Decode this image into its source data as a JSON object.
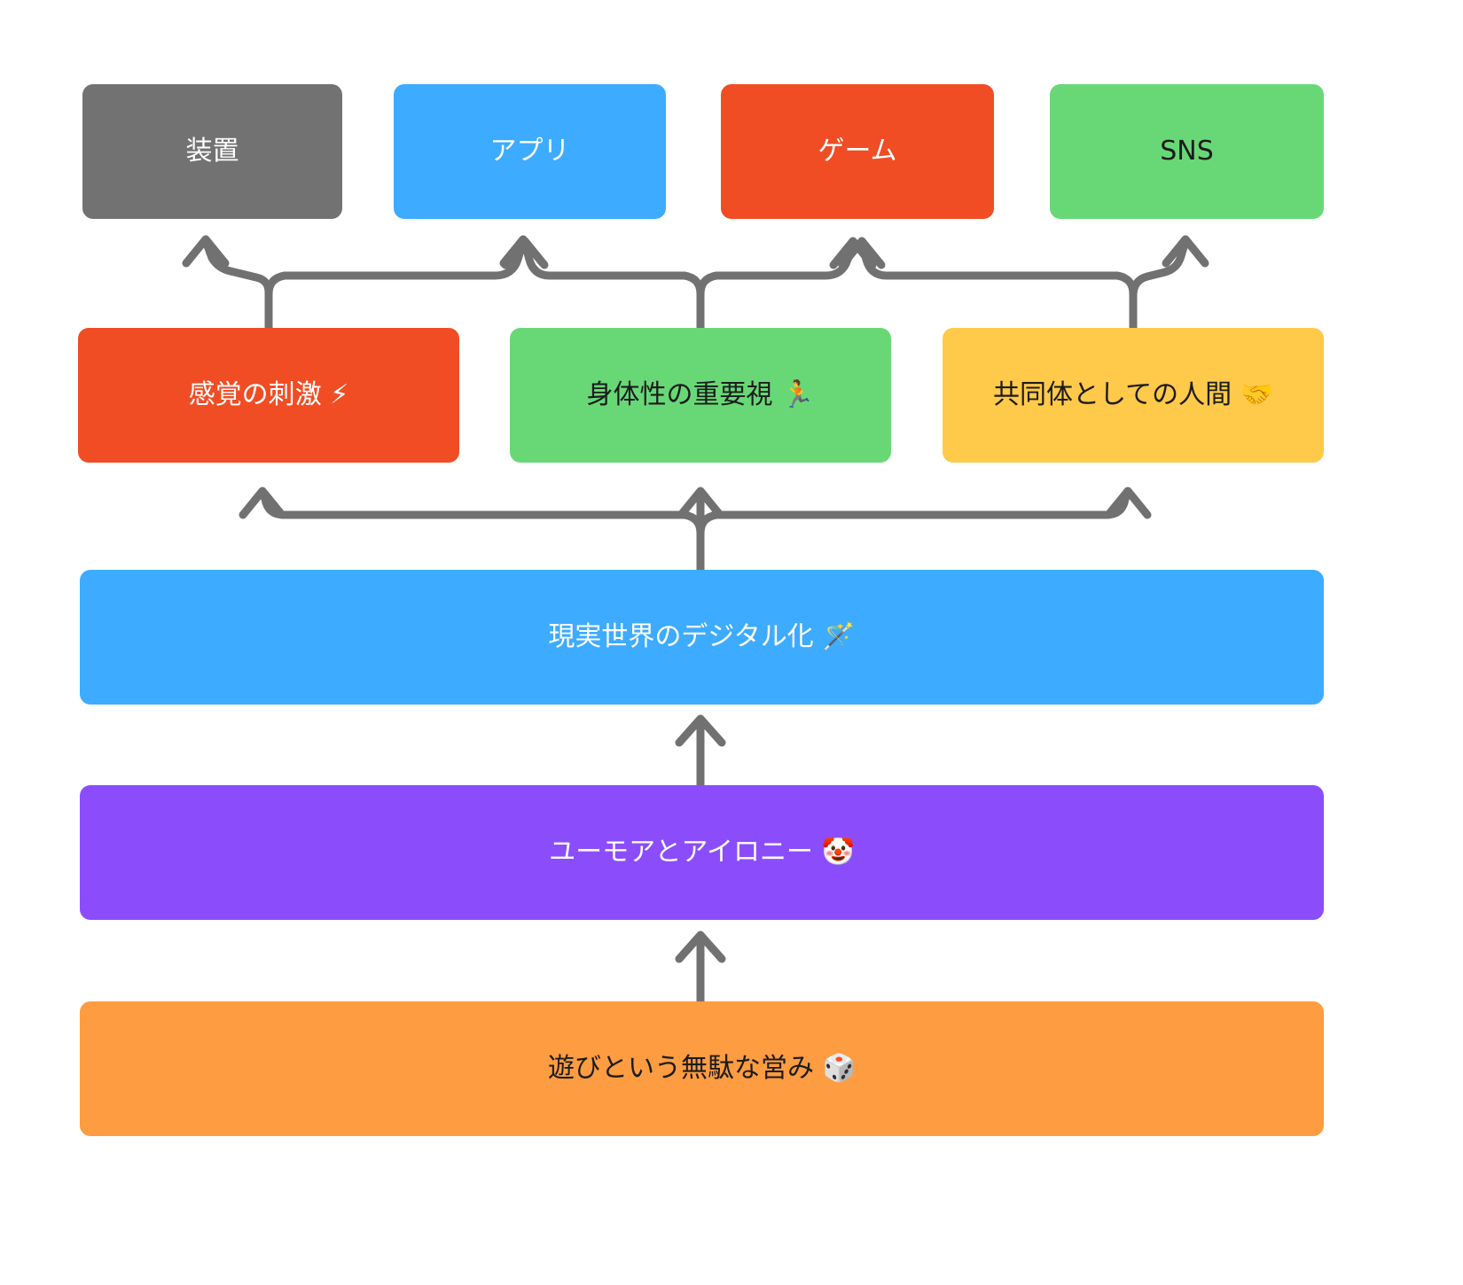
{
  "diagram": {
    "title": "",
    "direction": "bottom-up-flowchart",
    "background": "#ffffff",
    "edge_color": "#717171",
    "nodes": [
      {
        "id": "device",
        "label": "装置",
        "row": 1,
        "fill": "#727272",
        "text_color": "#ffffff"
      },
      {
        "id": "app",
        "label": "アプリ",
        "row": 1,
        "fill": "#3dabff",
        "text_color": "#ffffff"
      },
      {
        "id": "game",
        "label": "ゲーム",
        "row": 1,
        "fill": "#f04d24",
        "text_color": "#ffffff"
      },
      {
        "id": "sns",
        "label": "SNS",
        "row": 1,
        "fill": "#68d877",
        "text_color": "#1c1c1c"
      },
      {
        "id": "sense",
        "label": "感覚の刺激 ⚡",
        "row": 2,
        "fill": "#f04d24",
        "text_color": "#ffffff"
      },
      {
        "id": "body",
        "label": "身体性の重要視 🏃",
        "row": 2,
        "fill": "#68d877",
        "text_color": "#1c1c1c"
      },
      {
        "id": "community",
        "label": "共同体としての人間 🤝",
        "row": 2,
        "fill": "#ffc94a",
        "text_color": "#1c1c1c"
      },
      {
        "id": "digital",
        "label": "現実世界のデジタル化 🪄",
        "row": 3,
        "fill": "#3dabff",
        "text_color": "#ffffff"
      },
      {
        "id": "humor",
        "label": "ユーモアとアイロニー 🤡",
        "row": 4,
        "fill": "#8b4dfc",
        "text_color": "#ffffff"
      },
      {
        "id": "play",
        "label": "遊びという無駄な営み 🎲",
        "row": 5,
        "fill": "#fd9c41",
        "text_color": "#1c1c1c"
      }
    ],
    "edges": [
      {
        "from": "sense",
        "to": "device"
      },
      {
        "from": "sense",
        "to": "app"
      },
      {
        "from": "body",
        "to": "app"
      },
      {
        "from": "body",
        "to": "game"
      },
      {
        "from": "community",
        "to": "game"
      },
      {
        "from": "community",
        "to": "sns"
      },
      {
        "from": "digital",
        "to": "sense"
      },
      {
        "from": "digital",
        "to": "body"
      },
      {
        "from": "digital",
        "to": "community"
      },
      {
        "from": "humor",
        "to": "digital"
      },
      {
        "from": "play",
        "to": "humor"
      }
    ]
  }
}
